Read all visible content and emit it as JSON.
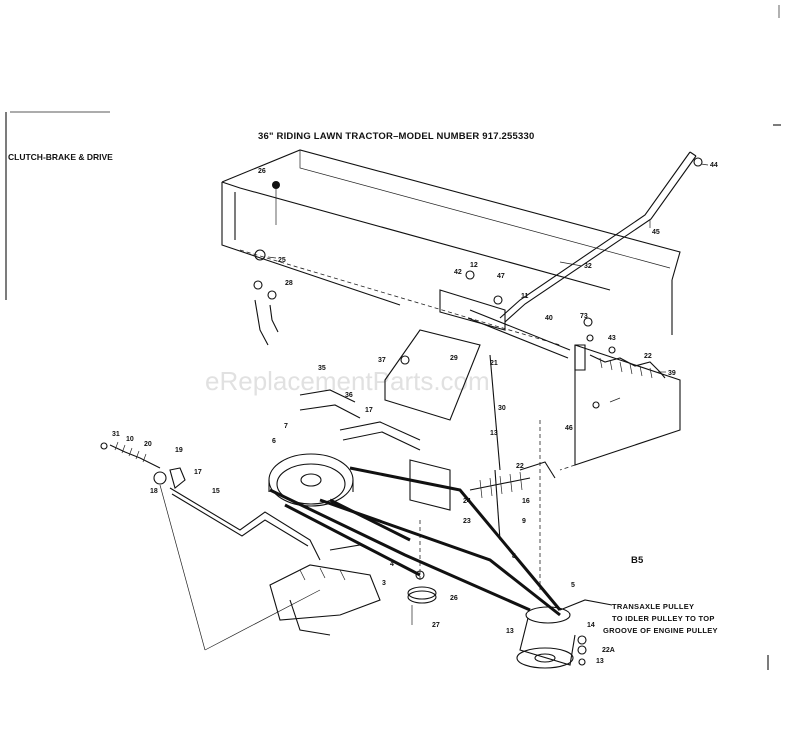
{
  "title": "36\" RIDING LAWN TRACTOR–MODEL NUMBER 917.255330",
  "section": "CLUTCH-BRAKE & DRIVE",
  "page_code": "B5",
  "watermark": "eReplacementParts.com",
  "pulley_note": {
    "line1": "TRANSAXLE PULLEY",
    "line2": "TO IDLER PULLEY TO TOP",
    "line3": "GROOVE OF ENGINE PULLEY"
  },
  "callouts": {
    "c1": "26",
    "c2": "25",
    "c3": "28",
    "c4": "42",
    "c5": "12",
    "c6": "47",
    "c7": "11",
    "c8": "44",
    "c9": "45",
    "c10": "32",
    "c11": "40",
    "c12": "73",
    "c13": "43",
    "c14": "22",
    "c15": "39",
    "c16": "35",
    "c17": "36",
    "c18": "37",
    "c19": "17",
    "c20": "7",
    "c21": "31",
    "c22": "10",
    "c23": "20",
    "c24": "19",
    "c25": "17",
    "c26": "18",
    "c27": "15",
    "c28": "6",
    "c29": "4",
    "c30": "3",
    "c31": "24",
    "c32": "23",
    "c33": "16",
    "c34": "9",
    "c35": "8",
    "c36": "26",
    "c37": "27",
    "c38": "5",
    "c39": "13",
    "c40": "14",
    "c41": "22A",
    "c42": "13",
    "c43": "21",
    "c44": "13",
    "c45": "46",
    "c46": "22",
    "c47": "30",
    "c48": "29"
  }
}
